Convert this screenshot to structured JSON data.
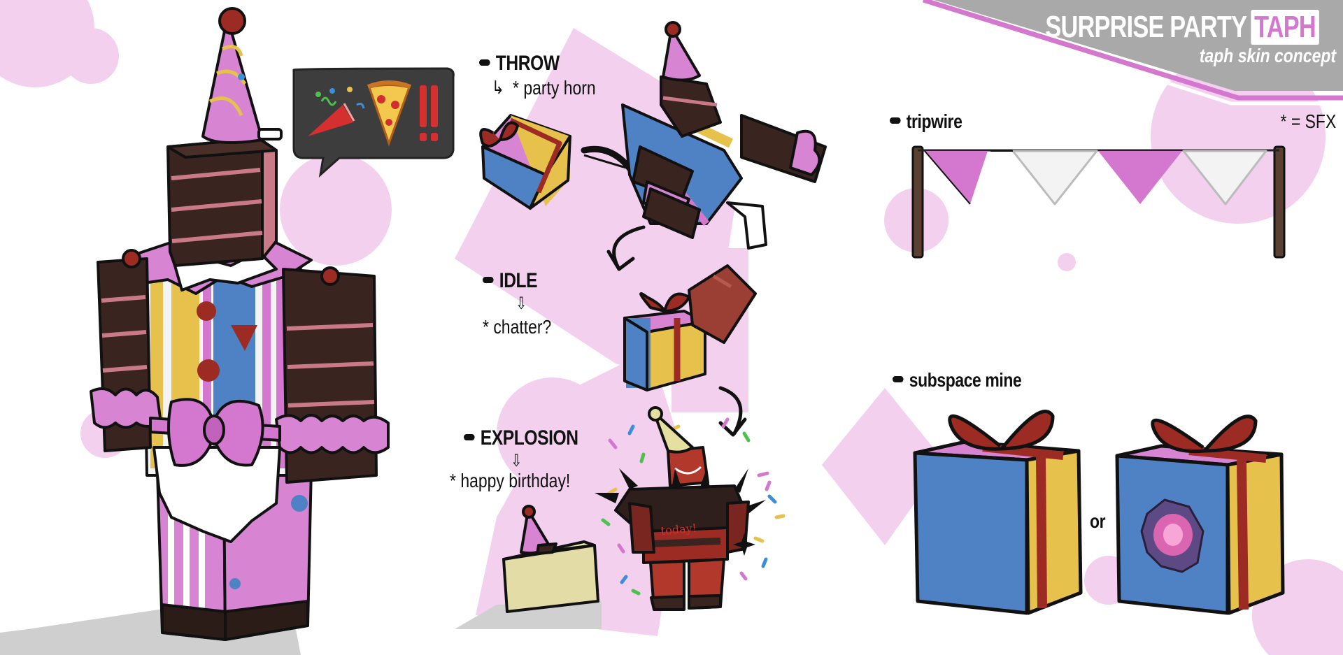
{
  "header": {
    "title_main": "SURPRISE PARTY",
    "title_tag": "TAPH",
    "subtitle": "taph skin concept",
    "sfx_key": "* = SFX"
  },
  "abilities": {
    "throw": {
      "label": "THROW",
      "note": "* party horn"
    },
    "idle": {
      "label": "IDLE",
      "note": "* chatter?"
    },
    "explosion": {
      "label": "EXPLOSION",
      "note": "* happy birthday!"
    }
  },
  "gadgets": {
    "tripwire": {
      "label": "tripwire"
    },
    "subspace_mine": {
      "label": "subspace mine",
      "or_text": "or"
    }
  },
  "sprites": {
    "character_belt_text": "today!"
  },
  "icons": [
    "party-popper-icon",
    "pizza-icon",
    "double-exclamation-icon",
    "party-hat-icon",
    "cake-slice-icon",
    "gift-box-icon",
    "curved-arrow-icon"
  ],
  "colors": {
    "accent_pink": "#d477cf",
    "light_pink": "#efc6ea",
    "chocolate": "#3a2420",
    "frosting": "#c97a86",
    "gift_blue": "#4f82c4",
    "gift_yellow": "#e6c24d",
    "ribbon_red": "#9b2b23",
    "banner_gray": "#a9a9a9",
    "sparkle_blue": "#3b8ed8"
  }
}
